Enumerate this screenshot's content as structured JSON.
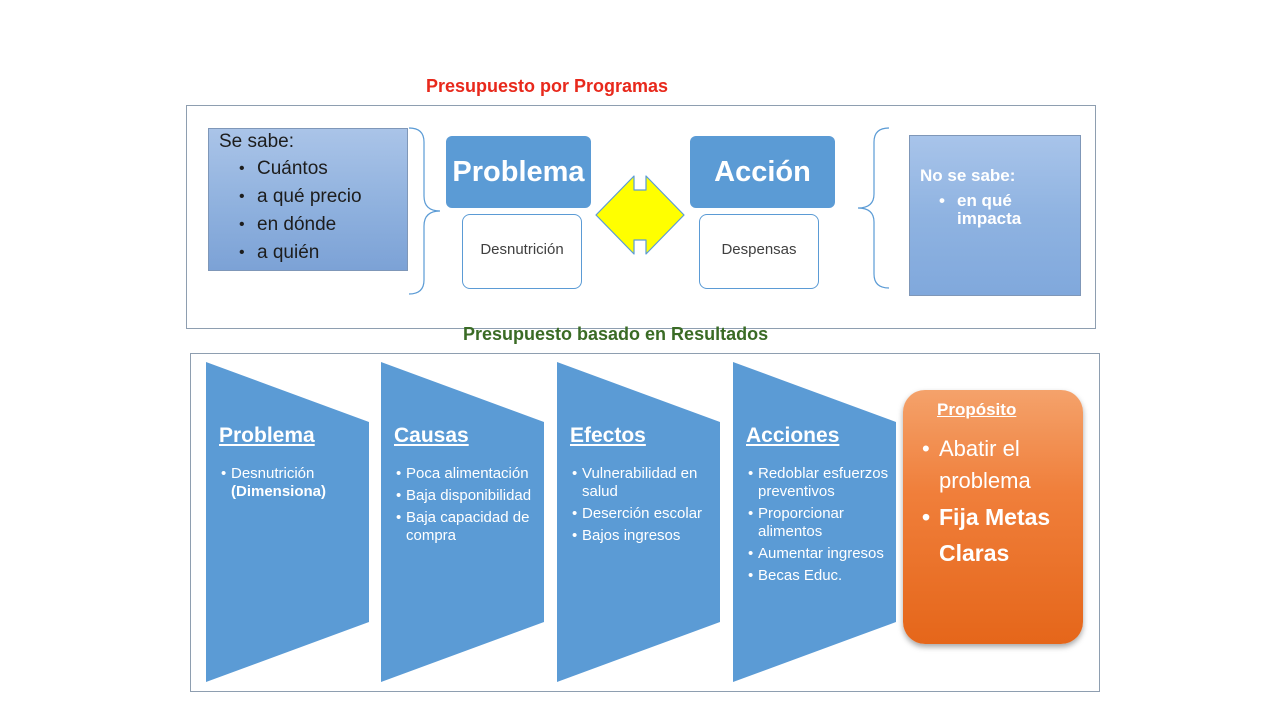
{
  "titles": {
    "top": "Presupuesto por Programas",
    "bottom": "Presupuesto basado en Resultados"
  },
  "known": {
    "heading": "Se sabe:",
    "items": [
      "Cuántos",
      "a qué precio",
      "en dónde",
      "a quién"
    ]
  },
  "problem_box": {
    "label": "Problema",
    "sub": "Desnutrición"
  },
  "action_box": {
    "label": "Acción",
    "sub": "Despensas"
  },
  "unknown": {
    "heading": "No se sabe:",
    "items": [
      "en qué impacta"
    ]
  },
  "chevrons": [
    {
      "head": "Problema",
      "items": [
        "Desnutrición (Dimensiona)"
      ]
    },
    {
      "head": "Causas",
      "items": [
        "Poca alimentación",
        "Baja disponibilidad",
        "Baja capacidad de compra"
      ]
    },
    {
      "head": "Efectos",
      "items": [
        "Vulnerabilidad en salud",
        "Deserción escolar",
        "Bajos ingresos"
      ]
    },
    {
      "head": "Acciones",
      "items": [
        "Redoblar esfuerzos preventivos",
        "Proporcionar alimentos",
        "Aumentar ingresos",
        "Becas Educ."
      ]
    }
  ],
  "purpose": {
    "heading": "Propósito",
    "items": [
      "Abatir el problema",
      "Fija Metas Claras"
    ]
  },
  "colors": {
    "blue": "#5b9bd5",
    "orange": "#f07f3b",
    "yellow": "#ffff00",
    "red_title": "#e8291c",
    "green_title": "#3a6b25"
  }
}
